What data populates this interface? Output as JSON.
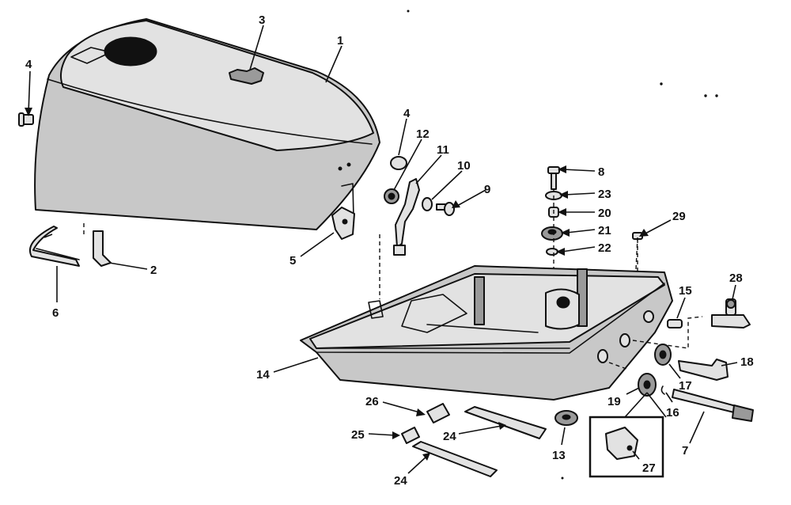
{
  "diagram": {
    "callouts": {
      "c1": "1",
      "c2": "2",
      "c3": "3",
      "c4a": "4",
      "c4b": "4",
      "c5": "5",
      "c6": "6",
      "c7": "7",
      "c8": "8",
      "c9": "9",
      "c10": "10",
      "c11": "11",
      "c12": "12",
      "c13": "13",
      "c14": "14",
      "c15": "15",
      "c16": "16",
      "c17": "17",
      "c18": "18",
      "c19": "19",
      "c20": "20",
      "c21": "21",
      "c22": "22",
      "c23": "23",
      "c24a": "24",
      "c24b": "24",
      "c25": "25",
      "c26": "26",
      "c27": "27",
      "c28": "28",
      "c29": "29"
    }
  }
}
